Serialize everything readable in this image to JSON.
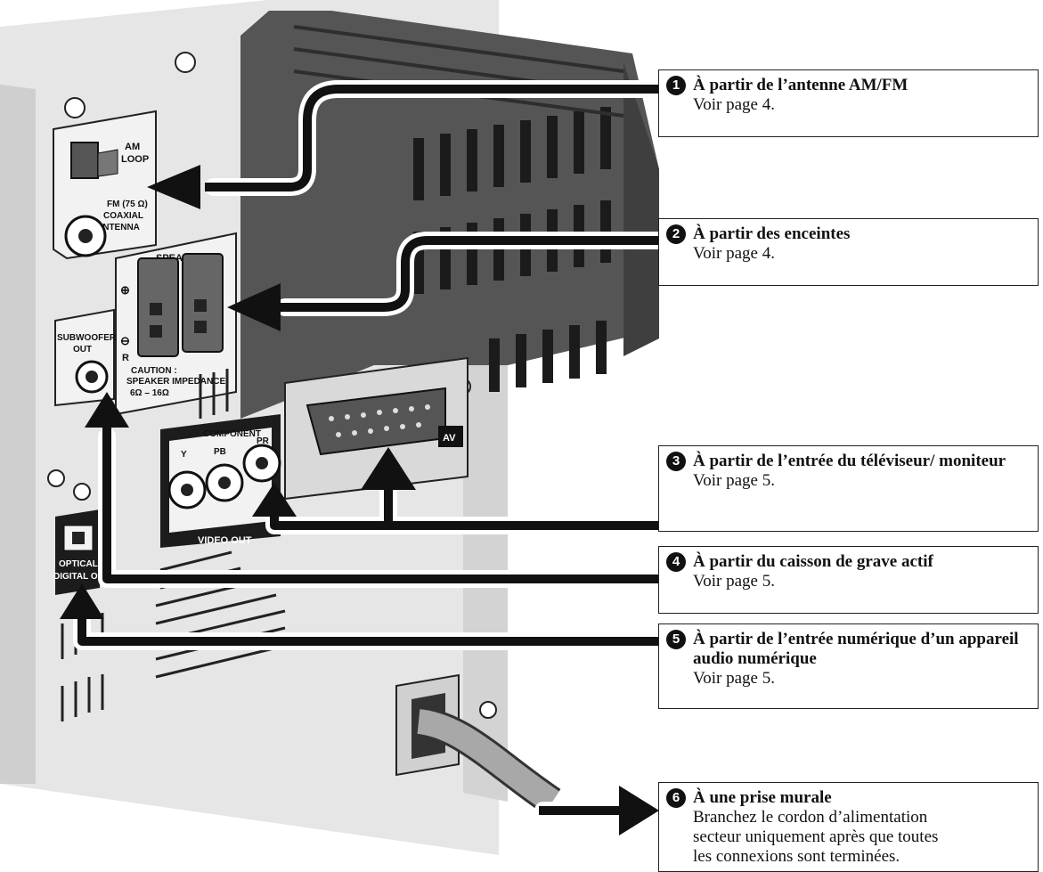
{
  "panel_labels": {
    "am_loop_1": "AM",
    "am_loop_2": "LOOP",
    "fm_1": "FM (75 Ω)",
    "fm_2": "COAXIAL",
    "fm_3": "ANTENNA",
    "speakers": "SPEAKERS",
    "plus": "⊕",
    "minus": "⊖",
    "r": "R",
    "caution_1": "CAUTION :",
    "caution_2": "SPEAKER IMPEDANCE",
    "caution_3": "6Ω – 16Ω",
    "subwoofer_1": "SUBWOOFER",
    "subwoofer_2": "OUT",
    "component": "COMPONENT",
    "y": "Y",
    "pb": "PB",
    "pr": "PR",
    "video_out": "VIDEO OUT",
    "av": "AV",
    "optical_1": "OPTICAL",
    "optical_2": "DIGITAL OUT"
  },
  "callouts": [
    {
      "num": "1",
      "title": "À partir de l’antenne AM/FM",
      "lines": [
        "Voir page 4."
      ]
    },
    {
      "num": "2",
      "title": "À partir des enceintes",
      "lines": [
        "Voir page 4."
      ]
    },
    {
      "num": "3",
      "title": "À partir de l’entrée du téléviseur/ moniteur",
      "lines": [
        "Voir page 5."
      ]
    },
    {
      "num": "4",
      "title": "À partir du caisson de grave actif",
      "lines": [
        "Voir page 5."
      ]
    },
    {
      "num": "5",
      "title": "À partir de l’entrée numérique d’un appareil audio numérique",
      "lines": [
        "Voir page 5."
      ]
    },
    {
      "num": "6",
      "title": "À une prise murale",
      "lines": [
        "Branchez le cordon d’alimentation",
        "secteur uniquement après que toutes",
        "les connexions sont terminées."
      ]
    }
  ],
  "colors": {
    "panel": "#ececec",
    "panel_shade": "#d8d8d8",
    "box": "#4a4a4a",
    "vents": "#1a1a1a",
    "cable": "#111111",
    "cord": "#a8a8a8"
  }
}
